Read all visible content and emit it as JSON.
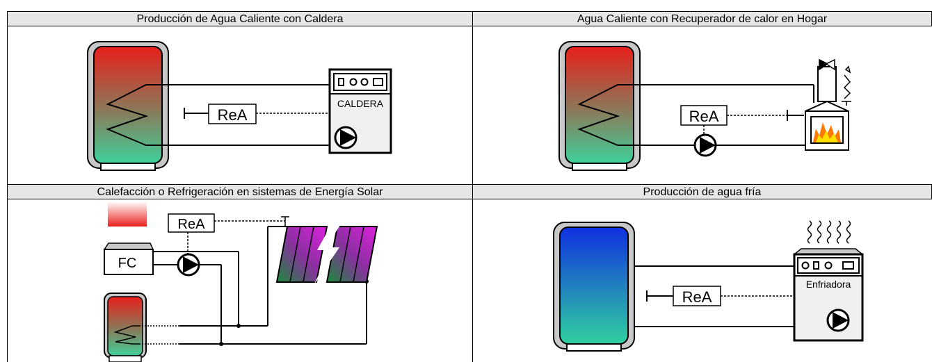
{
  "panels": {
    "top_left": {
      "title": "Producción de Agua Caliente con Caldera",
      "controller": "ReA",
      "boiler_label": "CALDERA"
    },
    "top_right": {
      "title": "Agua Caliente con Recuperador de calor en Hogar",
      "controller": "ReA"
    },
    "bottom_left": {
      "title": "Calefacción o Refrigeración en sistemas de Energía Solar",
      "controller": "ReA",
      "source_label": "FC"
    },
    "bottom_right": {
      "title": "Producción de agua fría",
      "controller": "ReA",
      "chiller_label": "Enfriadora"
    }
  },
  "colors": {
    "hot": "#e8201c",
    "mid": "#8a7a5a",
    "warm_bottom": "#3fd09a",
    "cold_top": "#1030e0",
    "cold_bottom": "#30d0a0",
    "panel_caption_bg": "#e6e6e6",
    "collector_magenta": "#e020e0",
    "collector_green": "#1a8a3a",
    "flame_orange": "#ff7a00",
    "flame_yellow": "#ffe000"
  }
}
